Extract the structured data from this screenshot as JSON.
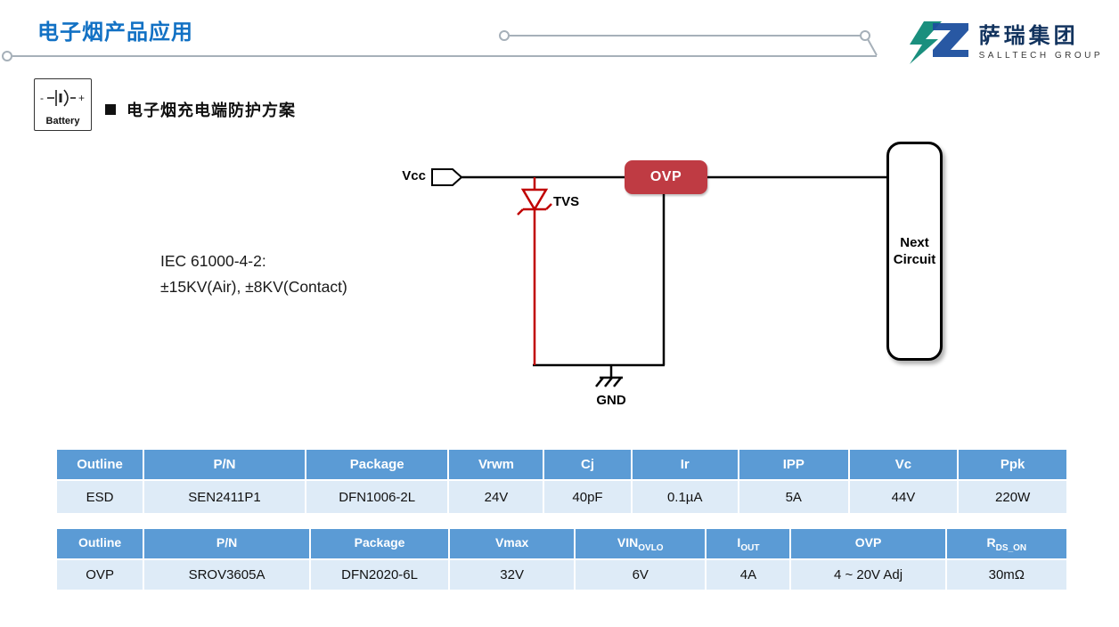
{
  "header": {
    "title": "电子烟产品应用"
  },
  "logo": {
    "name": "萨瑞集团",
    "subtitle": "SALLTECH GROUP",
    "teal_color": "#1A8F7E",
    "blue_color": "#1C4F9E"
  },
  "battery": {
    "label": "Battery"
  },
  "section": {
    "heading": "电子烟充电端防护方案"
  },
  "circuit": {
    "vcc_label": "Vcc",
    "tvs_label": "TVS",
    "ovp_label": "OVP",
    "gnd_label": "GND",
    "next_circuit_line1": "Next",
    "next_circuit_line2": "Circuit",
    "iec_line1": "IEC 61000-4-2:",
    "iec_line2": "±15KV(Air), ±8KV(Contact)",
    "wire_color": "#000000",
    "tvs_color": "#C00000",
    "ovp_chip_color": "#BF3B43"
  },
  "esd_table": {
    "headers": [
      "Outline",
      "P/N",
      "Package",
      "Vrwm",
      "Cj",
      "Ir",
      "IPP",
      "Vc",
      "Ppk"
    ],
    "row": [
      "ESD",
      "SEN2411P1",
      "DFN1006-2L",
      "24V",
      "40pF",
      "0.1µA",
      "5A",
      "44V",
      "220W"
    ]
  },
  "ovp_table": {
    "headers": [
      {
        "base": "Outline",
        "sub": ""
      },
      {
        "base": "P/N",
        "sub": ""
      },
      {
        "base": "Package",
        "sub": ""
      },
      {
        "base": "Vmax",
        "sub": ""
      },
      {
        "base": "VIN",
        "sub": "OVLO"
      },
      {
        "base": "I",
        "sub": "OUT"
      },
      {
        "base": "OVP",
        "sub": ""
      },
      {
        "base": "R",
        "sub": "DS_ON"
      }
    ],
    "row": [
      "OVP",
      "SROV3605A",
      "DFN2020-6L",
      "32V",
      "6V",
      "4A",
      "4 ~ 20V Adj",
      "30mΩ"
    ]
  },
  "table_colors": {
    "header_bg": "#5B9BD5",
    "row_bg": "#DEEBF7"
  },
  "title_color": "#1271C4"
}
